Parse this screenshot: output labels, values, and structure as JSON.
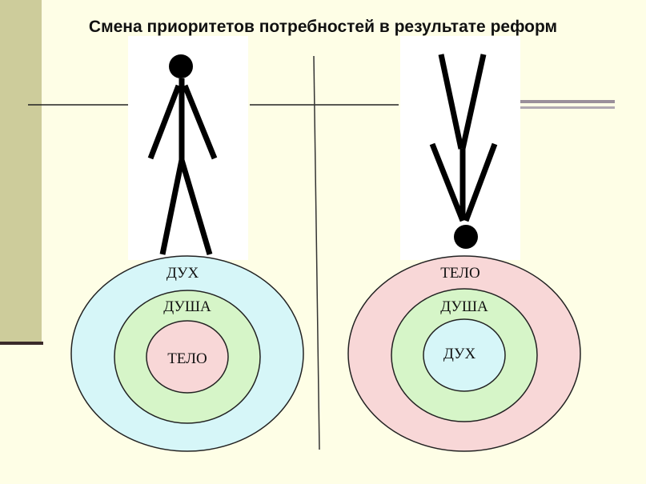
{
  "title": "Смена приоритетов потребностей в результате реформ",
  "left_diagram": {
    "figure": "upright-stick-figure",
    "rings": [
      {
        "label": "ДУХ",
        "color": "#d6f6f8",
        "role": "outer"
      },
      {
        "label": "ДУША",
        "color": "#d6f5c8",
        "role": "middle"
      },
      {
        "label": "ТЕЛО",
        "color": "#f8d7d7",
        "role": "inner"
      }
    ]
  },
  "right_diagram": {
    "figure": "inverted-stick-figure",
    "rings": [
      {
        "label": "ТЕЛО",
        "color": "#f8d7d7",
        "role": "outer"
      },
      {
        "label": "ДУША",
        "color": "#d6f5c8",
        "role": "middle"
      },
      {
        "label": "ДУХ",
        "color": "#d6f6f8",
        "role": "inner"
      }
    ]
  },
  "colors": {
    "background": "#fefee6",
    "accent_bar": "#cdcc9b",
    "figure_panel": "#ffffff",
    "label_text": "#3b2b7a"
  }
}
